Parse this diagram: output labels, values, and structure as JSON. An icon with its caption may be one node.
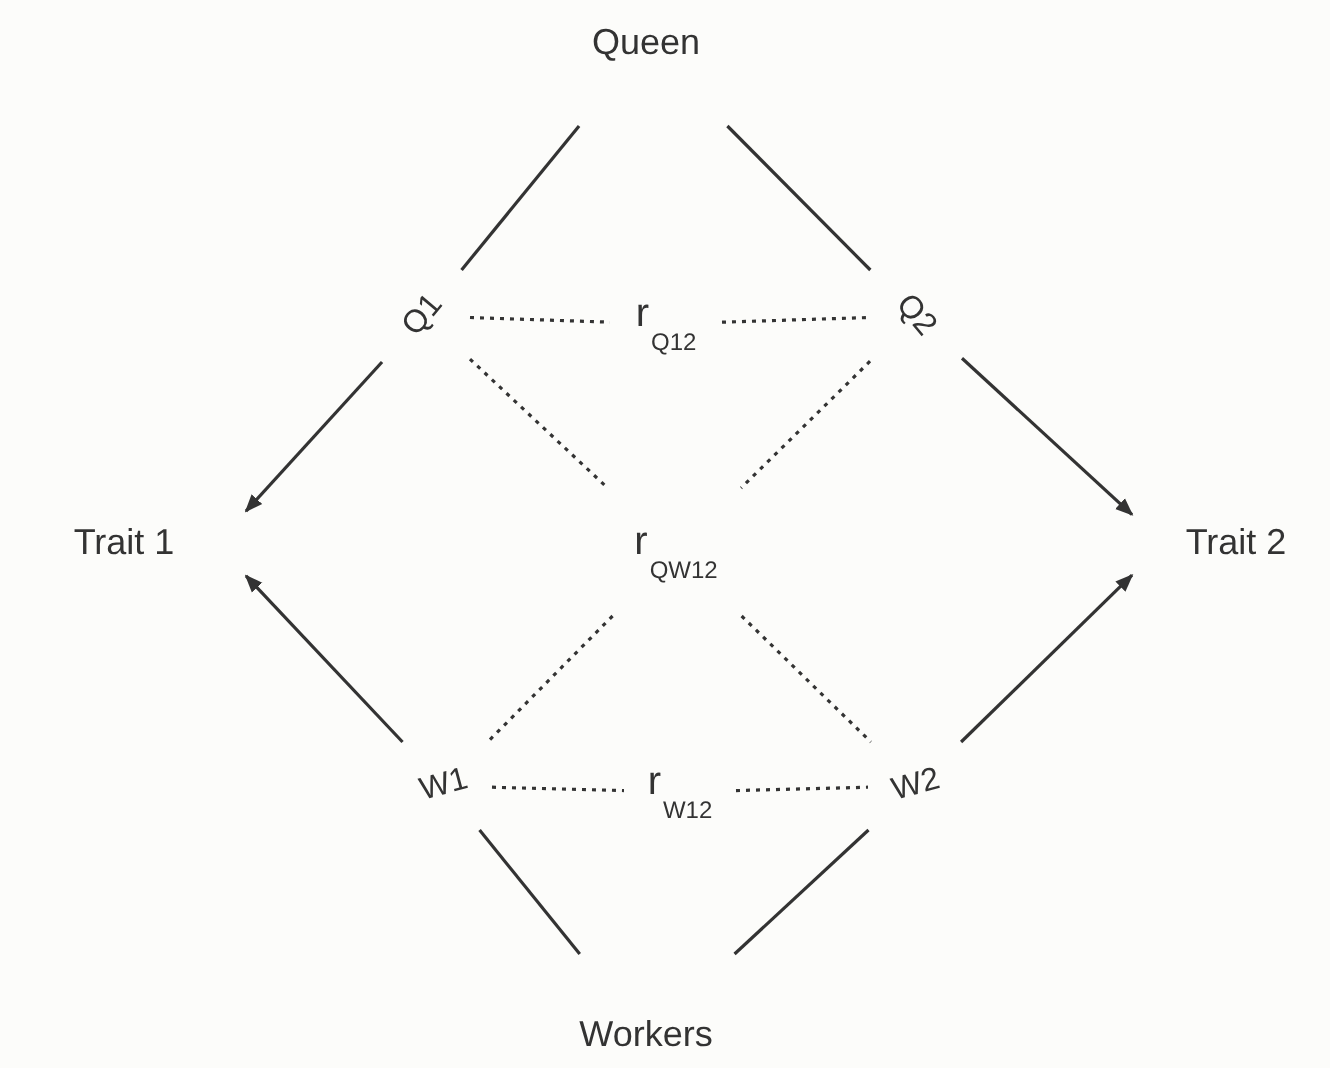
{
  "diagram": {
    "nodes": [
      {
        "text": [
          "Queen"
        ]
      },
      {
        "text": [
          "Q1"
        ]
      },
      {
        "text": [
          "Q2"
        ]
      },
      {
        "text": [
          "r$_{Q12}$"
        ]
      },
      {
        "text": [
          "Trait 1"
        ]
      },
      {
        "text": [
          "r$_{QW12}$"
        ]
      },
      {
        "text": [
          "Trait 2"
        ]
      },
      {
        "text": [
          "W1"
        ]
      },
      {
        "text": [
          "r$_{W12}$"
        ]
      },
      {
        "text": [
          "W2"
        ]
      },
      {
        "text": [
          "Workers"
        ]
      }
    ],
    "edges": [
      {
        "from": 0,
        "to": 1,
        "arrow": "none"
      },
      {
        "from": 1,
        "to": 4,
        "arrow": "to"
      },
      {
        "from": 0,
        "to": 2,
        "arrow": "none"
      },
      {
        "from": 2,
        "to": 6,
        "arrow": "to"
      },
      {
        "from": 10,
        "to": 7,
        "arrow": "none"
      },
      {
        "from": 7,
        "to": 4,
        "arrow": "to"
      },
      {
        "from": 10,
        "to": 9,
        "arrow": "none"
      },
      {
        "from": 9,
        "to": 6,
        "arrow": "to"
      },
      {
        "from": 1,
        "to": 3,
        "arrow": "none",
        "style": "dashed"
      },
      {
        "from": 3,
        "to": 2,
        "arrow": "none",
        "style": "dashed"
      },
      {
        "from": 7,
        "to": 8,
        "arrow": "none",
        "style": "dashed"
      },
      {
        "from": 8,
        "to": 9,
        "arrow": "none",
        "style": "dashed"
      },
      {
        "from": 1,
        "to": 5,
        "arrow": "none",
        "style": "dashed"
      },
      {
        "from": 5,
        "to": 9,
        "arrow": "none",
        "style": "dashed"
      },
      {
        "from": 2,
        "to": 5,
        "arrow": "none",
        "style": "dashed"
      },
      {
        "from": 5,
        "to": 7,
        "arrow": "none",
        "style": "dashed"
      }
    ]
  }
}
